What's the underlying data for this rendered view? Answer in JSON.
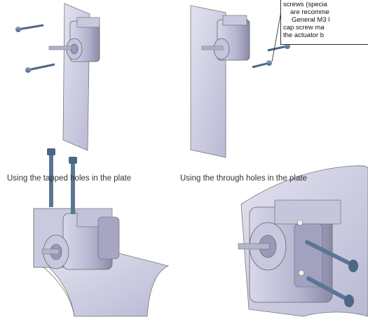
{
  "captions": {
    "tapped": "Using the tapped holes in the plate",
    "through": "Using the through holes in the plate"
  },
  "callout": {
    "lines": [
      "screws (specia",
      "are recomme",
      "General M3 l",
      "cap screw ma",
      "the actuator b"
    ]
  },
  "colors": {
    "part_fill": "#d2d2e6",
    "part_shade": "#a8a8c6",
    "part_dark": "#6e6e92",
    "screw": "#5a7694"
  }
}
